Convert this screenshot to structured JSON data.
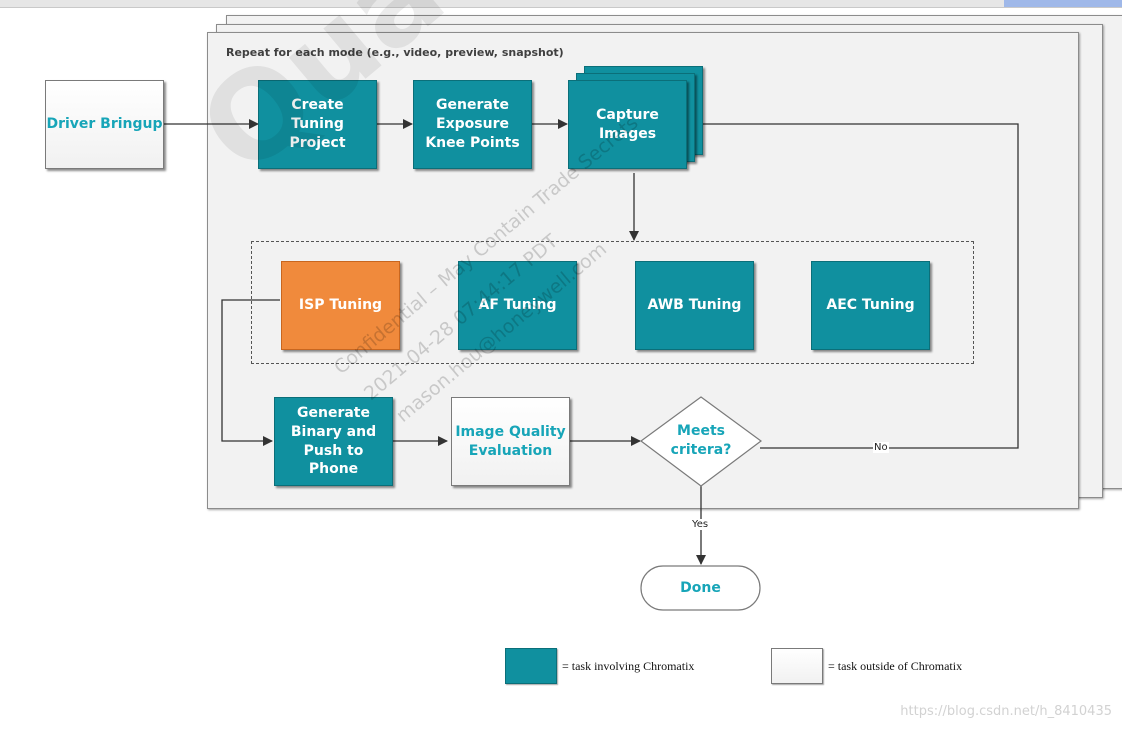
{
  "diagram": {
    "panel_note": "Repeat for each mode (e.g., video, preview, snapshot)",
    "nodes": {
      "driver_bringup": "Driver Bringup",
      "create_tuning": "Create Tuning Project",
      "exposure_knee": "Generate Exposure Knee Points",
      "capture_images": "Capture Images",
      "isp_tuning": "ISP Tuning",
      "af_tuning": "AF Tuning",
      "awb_tuning": "AWB Tuning",
      "aec_tuning": "AEC Tuning",
      "generate_binary": "Generate Binary and Push to Phone",
      "iq_evaluation": "Image Quality Evaluation",
      "meets_criteria": "Meets critera?",
      "done": "Done"
    },
    "edge_labels": {
      "no": "No",
      "yes": "Yes"
    },
    "colors": {
      "chromatix_task": "#10909f",
      "highlight_task": "#f08a3c",
      "outside_task": "#f2f2f2"
    }
  },
  "legend": {
    "chromatix": "= task involving Chromatix",
    "outside": "= task outside of Chromatix"
  },
  "watermark": {
    "brand": "Qualcomm",
    "line1": "Confidential – May Contain Trade Secrets",
    "line2": "2021-04-28 07:44:17 PDT",
    "line3": "mason.hou@honeywell.com"
  },
  "credit": "https://blog.csdn.net/h_8410435"
}
